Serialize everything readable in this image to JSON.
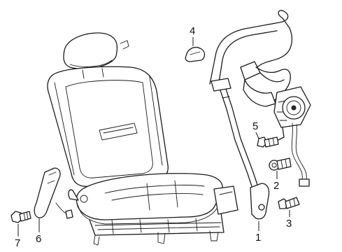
{
  "callouts": [
    {
      "id": "1",
      "label": "1"
    },
    {
      "id": "2",
      "label": "2"
    },
    {
      "id": "3",
      "label": "3"
    },
    {
      "id": "4",
      "label": "4"
    },
    {
      "id": "5",
      "label": "5"
    },
    {
      "id": "6",
      "label": "6"
    },
    {
      "id": "7",
      "label": "7"
    }
  ],
  "colors": {
    "line": "#1a1a1a",
    "background": "#ffffff"
  }
}
